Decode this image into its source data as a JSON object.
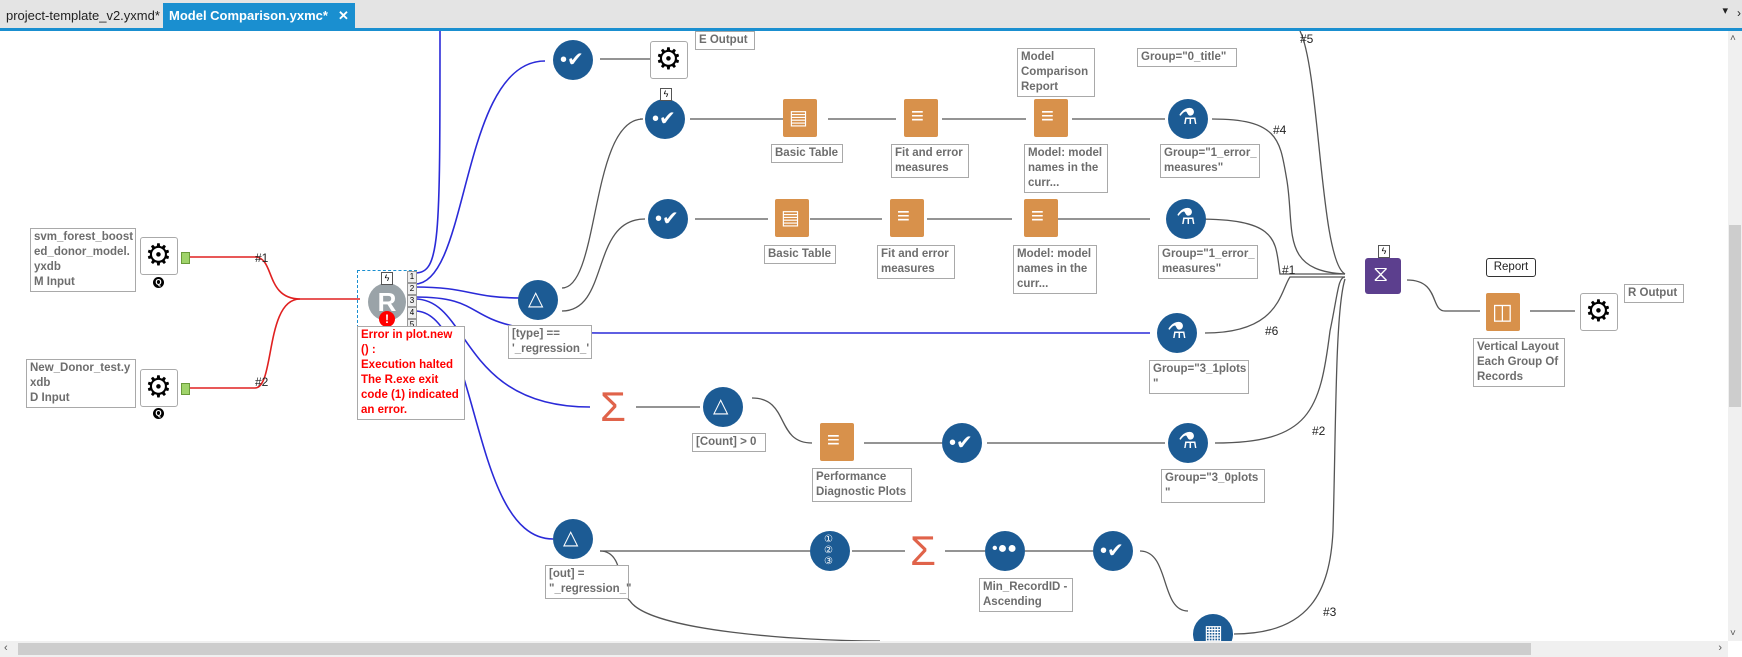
{
  "tabs": [
    {
      "label": "project-template_v2.yxmd*",
      "close": "✕",
      "active": false
    },
    {
      "label": "Model Comparison.yxmc*",
      "close": "✕",
      "active": true
    }
  ],
  "tab_overflow": {
    "dropdown": "▾",
    "more": "›"
  },
  "scroll": {
    "up": "˄",
    "down": "˅",
    "left": "‹",
    "right": "›"
  },
  "badges": {
    "q": "Q",
    "bolt": "ϟ"
  },
  "connection_tags": [
    "#1",
    "#2",
    "#1",
    "#2",
    "#3",
    "#4",
    "#5",
    "#6"
  ],
  "nodes": {
    "input1": {
      "label": "svm_forest_boost\ned_donor_model.\nyxdb\nM Input"
    },
    "input2": {
      "label": "New_Donor_test.y\nxdb\nD Input"
    },
    "r_tool": {
      "label": "Error in plot.new\n() :\nExecution halted\nThe R.exe exit\ncode (1) indicated\nan error.",
      "outputs": [
        "1",
        "2",
        "3",
        "4",
        "5"
      ],
      "error_icon": "!"
    },
    "e_output": {
      "label": "E Output"
    },
    "filter_type": {
      "label": "[type] ==\n'_regression_'"
    },
    "basic_table_1": {
      "label": "Basic Table"
    },
    "basic_table_2": {
      "label": "Basic Table"
    },
    "fit_error_1": {
      "label": "Fit and error\nmeasures"
    },
    "fit_error_2": {
      "label": "Fit and error\nmeasures"
    },
    "model_report": {
      "label": "Model\nComparison\nReport"
    },
    "model_names_1": {
      "label": "Model: model\nnames in the\ncurr..."
    },
    "model_names_2": {
      "label": "Model: model\nnames in the\ncurr..."
    },
    "group_title": {
      "label": "Group=\"0_title\""
    },
    "group_error_1": {
      "label": "Group=\"1_error_\nmeasures\""
    },
    "group_error_2": {
      "label": "Group=\"1_error_\nmeasures\""
    },
    "group_1plots": {
      "label": "Group=\"3_1plots\n\""
    },
    "group_0plots": {
      "label": "Group=\"3_0plots\n\""
    },
    "filter_count": {
      "label": "[Count] > 0"
    },
    "perf_plots": {
      "label": "Performance\nDiagnostic Plots"
    },
    "filter_out": {
      "label": "[out] =\n\"_regression_\""
    },
    "sort": {
      "label": "Min_RecordID -\nAscending"
    },
    "layout": {
      "label": "Vertical Layout\nEach Group Of\nRecords",
      "caption": "Report"
    },
    "r_output": {
      "label": "R Output"
    }
  },
  "colors": {
    "tab_accent": "#1a8fd0",
    "tool_blue": "#1c5b94",
    "report_orange": "#d8914b",
    "summarize_red": "#e0634a",
    "union_purple": "#5c3f8e",
    "error_red": "#ff0000",
    "wire_red": "#e02020",
    "wire_blue": "#2a2ad8"
  }
}
